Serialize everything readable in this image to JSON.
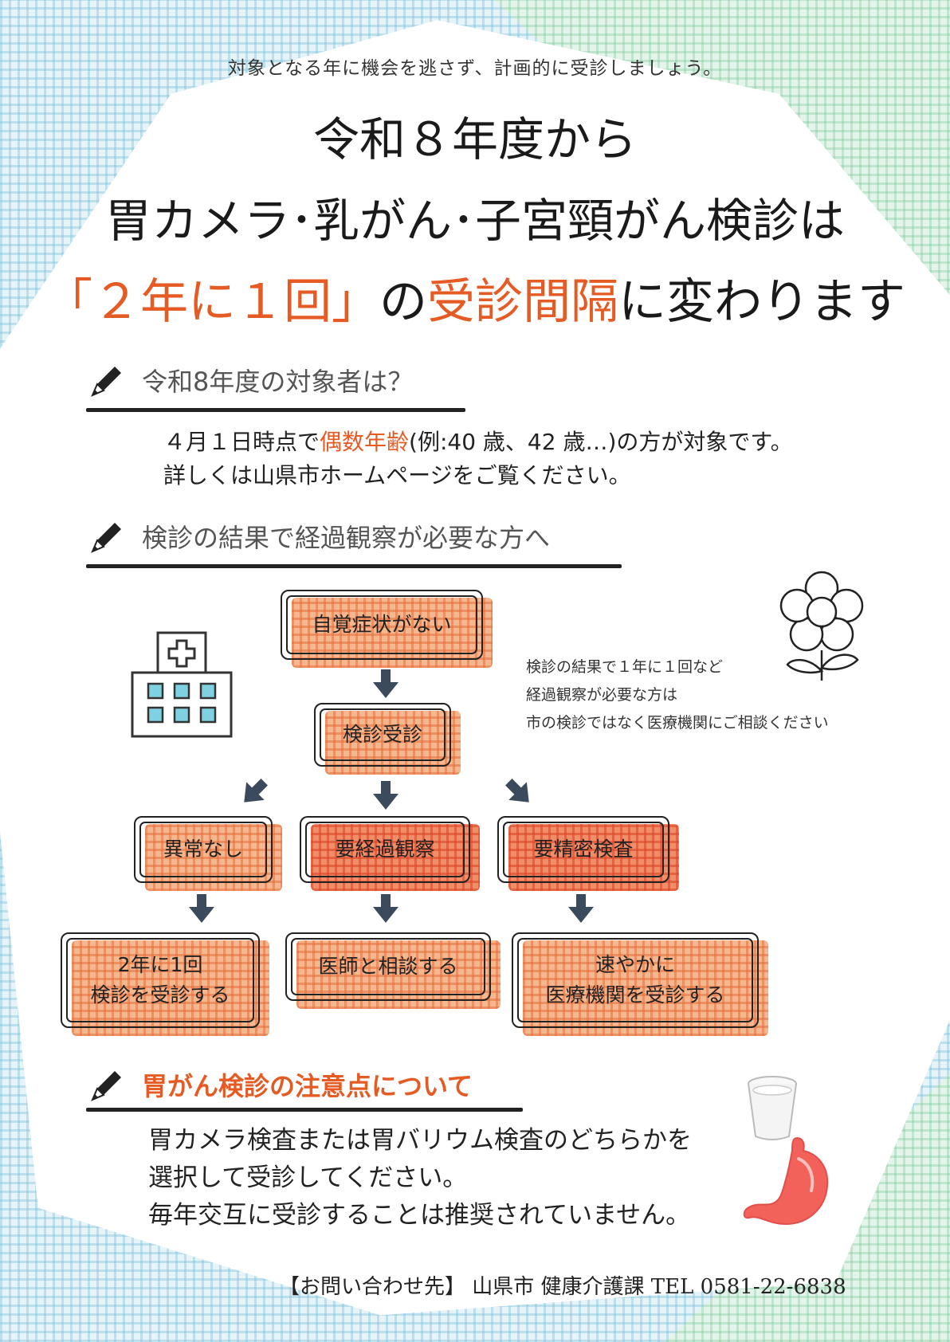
{
  "lead": "対象となる年に機会を逃さず、計画的に受診しましょう。",
  "title": {
    "line1": "令和８年度から",
    "line2": "胃カメラ･乳がん･子宮頸がん検診は",
    "line3_highlight1": "「２年に１回」",
    "line3_mid": "の",
    "line3_highlight2": "受診間隔",
    "line3_end": "に変わります"
  },
  "section1": {
    "heading": "令和8年度の対象者は？",
    "line1_pre": "４月１日時点で",
    "line1_highlight": "偶数年齢",
    "line1_post": "(例:40 歳、42 歳…)の方が対象です。",
    "line2": "詳しくは山県市ホームページをご覧ください。"
  },
  "section2": {
    "heading": "検診の結果で経過観察が必要な方へ",
    "note": [
      "検診の結果で１年に１回など",
      "経過観察が必要な方は",
      "市の検診ではなく医療機関にご相談ください"
    ],
    "flow": {
      "no_symptoms": "自覚症状がない",
      "screening": "検診受診",
      "normal": "異常なし",
      "observe": "要経過観察",
      "detailed": "要精密検査",
      "result_normal_1": "2年に1回",
      "result_normal_2": "検診を受診する",
      "result_observe": "医師と相談する",
      "result_detailed_1": "速やかに",
      "result_detailed_2": "医療機関を受診する"
    }
  },
  "section3": {
    "heading": "胃がん検診の注意点について",
    "lines": [
      "胃カメラ検査または胃バリウム検査のどちらかを",
      "選択して受診してください。",
      "毎年交互に受診することは推奨されていません。"
    ]
  },
  "contact": "【お問い合わせ先】 山県市  健康介護課  TEL 0581-22-6838",
  "colors": {
    "accent": "#e65a24",
    "arrow": "#3b4a5c",
    "box_fill": "#f4b890"
  }
}
